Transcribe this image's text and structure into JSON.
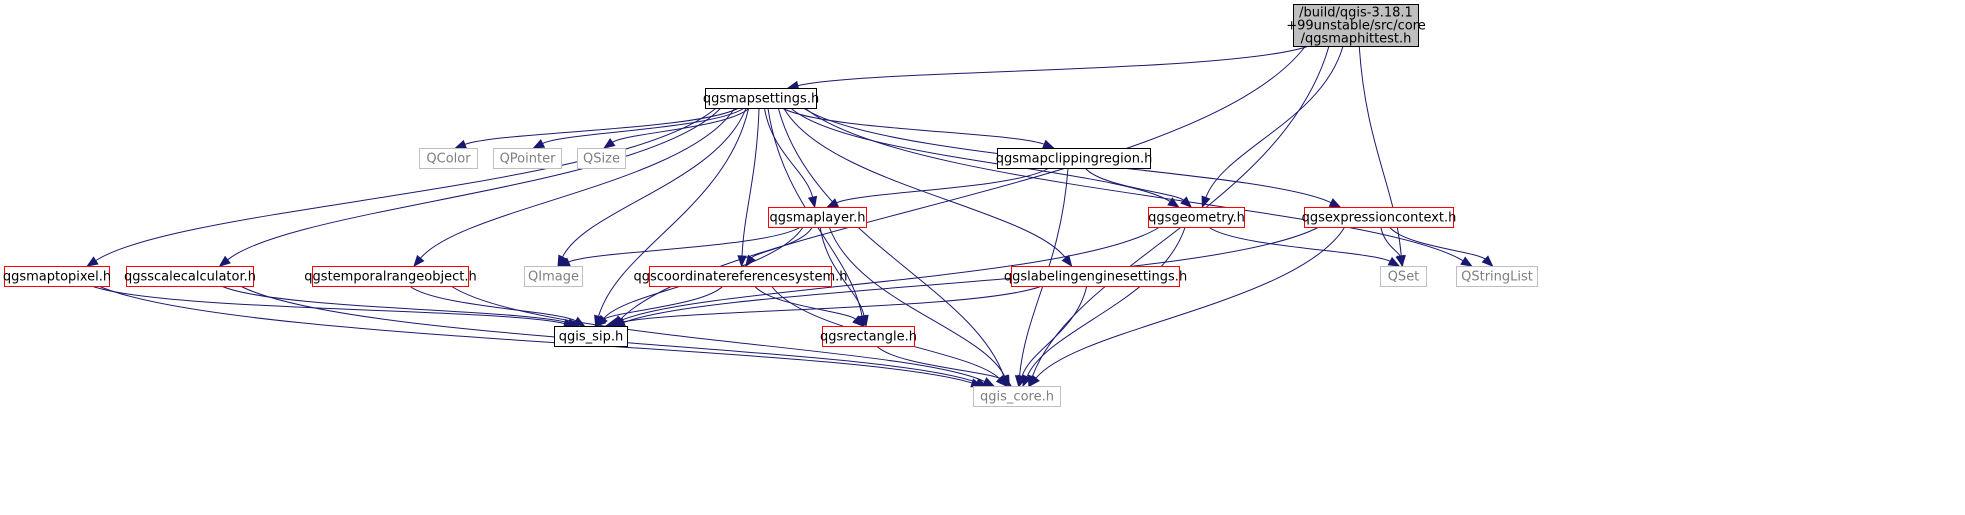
{
  "diagram": {
    "nodes": {
      "root": {
        "lines": [
          "/build/qgis-3.18.1",
          "+99unstable/src/core",
          "/qgsmaphittest.h"
        ],
        "style": "root"
      },
      "mapsettings": {
        "lines": [
          "qgsmapsettings.h"
        ],
        "style": "black"
      },
      "qcolor": {
        "lines": [
          "QColor"
        ],
        "style": "gray"
      },
      "qpointer": {
        "lines": [
          "QPointer"
        ],
        "style": "gray"
      },
      "qsize": {
        "lines": [
          "QSize"
        ],
        "style": "gray"
      },
      "clippingregion": {
        "lines": [
          "qgsmapclippingregion.h"
        ],
        "style": "black"
      },
      "maplayer": {
        "lines": [
          "qgsmaplayer.h"
        ],
        "style": "red"
      },
      "geometry": {
        "lines": [
          "qgsgeometry.h"
        ],
        "style": "red"
      },
      "exprcontext": {
        "lines": [
          "qgsexpressioncontext.h"
        ],
        "style": "red"
      },
      "maptopixel": {
        "lines": [
          "qgsmaptopixel.h"
        ],
        "style": "red"
      },
      "scalecalc": {
        "lines": [
          "qgsscalecalculator.h"
        ],
        "style": "red"
      },
      "temporal": {
        "lines": [
          "qgstemporalrangeobject.h"
        ],
        "style": "red"
      },
      "qimage": {
        "lines": [
          "QImage"
        ],
        "style": "gray"
      },
      "crs": {
        "lines": [
          "qgscoordinatereferencesystem.h"
        ],
        "style": "red"
      },
      "labeling": {
        "lines": [
          "qgslabelingenginesettings.h"
        ],
        "style": "red"
      },
      "qset": {
        "lines": [
          "QSet"
        ],
        "style": "gray"
      },
      "qstringlist": {
        "lines": [
          "QStringList"
        ],
        "style": "gray"
      },
      "sip": {
        "lines": [
          "qgis_sip.h"
        ],
        "style": "black"
      },
      "rectangle": {
        "lines": [
          "qgsrectangle.h"
        ],
        "style": "red"
      },
      "core": {
        "lines": [
          "qgis_core.h"
        ],
        "style": "gray"
      }
    },
    "edges": [
      [
        "root",
        "mapsettings"
      ],
      [
        "root",
        "sip"
      ],
      [
        "root",
        "geometry"
      ],
      [
        "root",
        "qset"
      ],
      [
        "root",
        "core"
      ],
      [
        "mapsettings",
        "qcolor"
      ],
      [
        "mapsettings",
        "qpointer"
      ],
      [
        "mapsettings",
        "qsize"
      ],
      [
        "mapsettings",
        "clippingregion"
      ],
      [
        "mapsettings",
        "maplayer"
      ],
      [
        "mapsettings",
        "geometry"
      ],
      [
        "mapsettings",
        "exprcontext"
      ],
      [
        "mapsettings",
        "maptopixel"
      ],
      [
        "mapsettings",
        "scalecalc"
      ],
      [
        "mapsettings",
        "temporal"
      ],
      [
        "mapsettings",
        "qimage"
      ],
      [
        "mapsettings",
        "crs"
      ],
      [
        "mapsettings",
        "labeling"
      ],
      [
        "mapsettings",
        "qstringlist"
      ],
      [
        "mapsettings",
        "sip"
      ],
      [
        "mapsettings",
        "rectangle"
      ],
      [
        "mapsettings",
        "core"
      ],
      [
        "clippingregion",
        "maplayer"
      ],
      [
        "clippingregion",
        "geometry"
      ],
      [
        "clippingregion",
        "core"
      ],
      [
        "maplayer",
        "qimage"
      ],
      [
        "maplayer",
        "crs"
      ],
      [
        "maplayer",
        "sip"
      ],
      [
        "maplayer",
        "rectangle"
      ],
      [
        "maplayer",
        "core"
      ],
      [
        "geometry",
        "sip"
      ],
      [
        "geometry",
        "qset"
      ],
      [
        "geometry",
        "core"
      ],
      [
        "exprcontext",
        "qset"
      ],
      [
        "exprcontext",
        "qstringlist"
      ],
      [
        "exprcontext",
        "sip"
      ],
      [
        "exprcontext",
        "core"
      ],
      [
        "maptopixel",
        "sip"
      ],
      [
        "maptopixel",
        "core"
      ],
      [
        "scalecalc",
        "sip"
      ],
      [
        "scalecalc",
        "core"
      ],
      [
        "temporal",
        "sip"
      ],
      [
        "temporal",
        "core"
      ],
      [
        "crs",
        "sip"
      ],
      [
        "crs",
        "rectangle"
      ],
      [
        "crs",
        "core"
      ],
      [
        "labeling",
        "sip"
      ],
      [
        "labeling",
        "core"
      ],
      [
        "rectangle",
        "core"
      ]
    ],
    "colors": {
      "edge": "#191970",
      "root_fill": "#bfbfbf",
      "black_border": "#000000",
      "red_border": "#ff0000",
      "gray_border": "#bfbfbf",
      "gray_text": "#7f7f7f",
      "text": "#000000"
    }
  }
}
